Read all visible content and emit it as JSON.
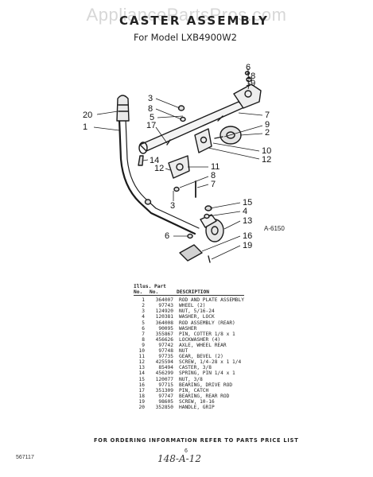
{
  "watermark": "AppliancePartsPros.com",
  "header": {
    "title": "CASTER ASSEMBLY",
    "model_line": "For Model LXB4900W2"
  },
  "figure_ref": "A-6150",
  "callouts": [
    "20",
    "1",
    "3",
    "8",
    "5",
    "17",
    "6",
    "18",
    "19",
    "7",
    "9",
    "2",
    "10",
    "12",
    "14",
    "12",
    "11",
    "8",
    "7",
    "3",
    "15",
    "4",
    "13",
    "6",
    "16",
    "19"
  ],
  "parts_table": {
    "header_line1": [
      "Illus.",
      "Part"
    ],
    "header_line2": [
      "No.",
      "No.",
      "DESCRIPTION"
    ],
    "rows": [
      [
        "1",
        "364007",
        "ROD AND PLATE ASSEMBLY"
      ],
      [
        "2",
        "97743",
        "WHEEL (2)"
      ],
      [
        "3",
        "124920",
        "NUT, 5/16-24"
      ],
      [
        "4",
        "120381",
        "WASHER, LOCK"
      ],
      [
        "5",
        "364008",
        "ROD ASSEMBLY (REAR)"
      ],
      [
        "6",
        "90095",
        "WASHER"
      ],
      [
        "7",
        "355867",
        "PIN, COTTER 1/8 x 1"
      ],
      [
        "8",
        "456626",
        "LOCKWASHER (4)"
      ],
      [
        "9",
        "97742",
        "AXLE, WHEEL REAR"
      ],
      [
        "10",
        "97748",
        "NUT"
      ],
      [
        "11",
        "97735",
        "GEAR, BEVEL (2)"
      ],
      [
        "12",
        "425594",
        "SCREW, 1/4-28 x 1 1/4"
      ],
      [
        "13",
        "85494",
        "CASTER, 3/8"
      ],
      [
        "14",
        "456299",
        "SPRING, PIN 1/4 x 1"
      ],
      [
        "15",
        "120077",
        "NUT, 3/8"
      ],
      [
        "16",
        "97715",
        "BEARING, DRIVE ROD"
      ],
      [
        "17",
        "351309",
        "PIN, CATCH"
      ],
      [
        "18",
        "97747",
        "BEARING, REAR ROD"
      ],
      [
        "19",
        "98605",
        "SCREW, 10-16"
      ],
      [
        "20",
        "352850",
        "HANDLE, GRIP"
      ]
    ]
  },
  "footer_text": "FOR ORDERING INFORMATION REFER TO PARTS PRICE LIST",
  "left_code": "567117",
  "page_number": "6",
  "handwritten_note": "148-A-12"
}
